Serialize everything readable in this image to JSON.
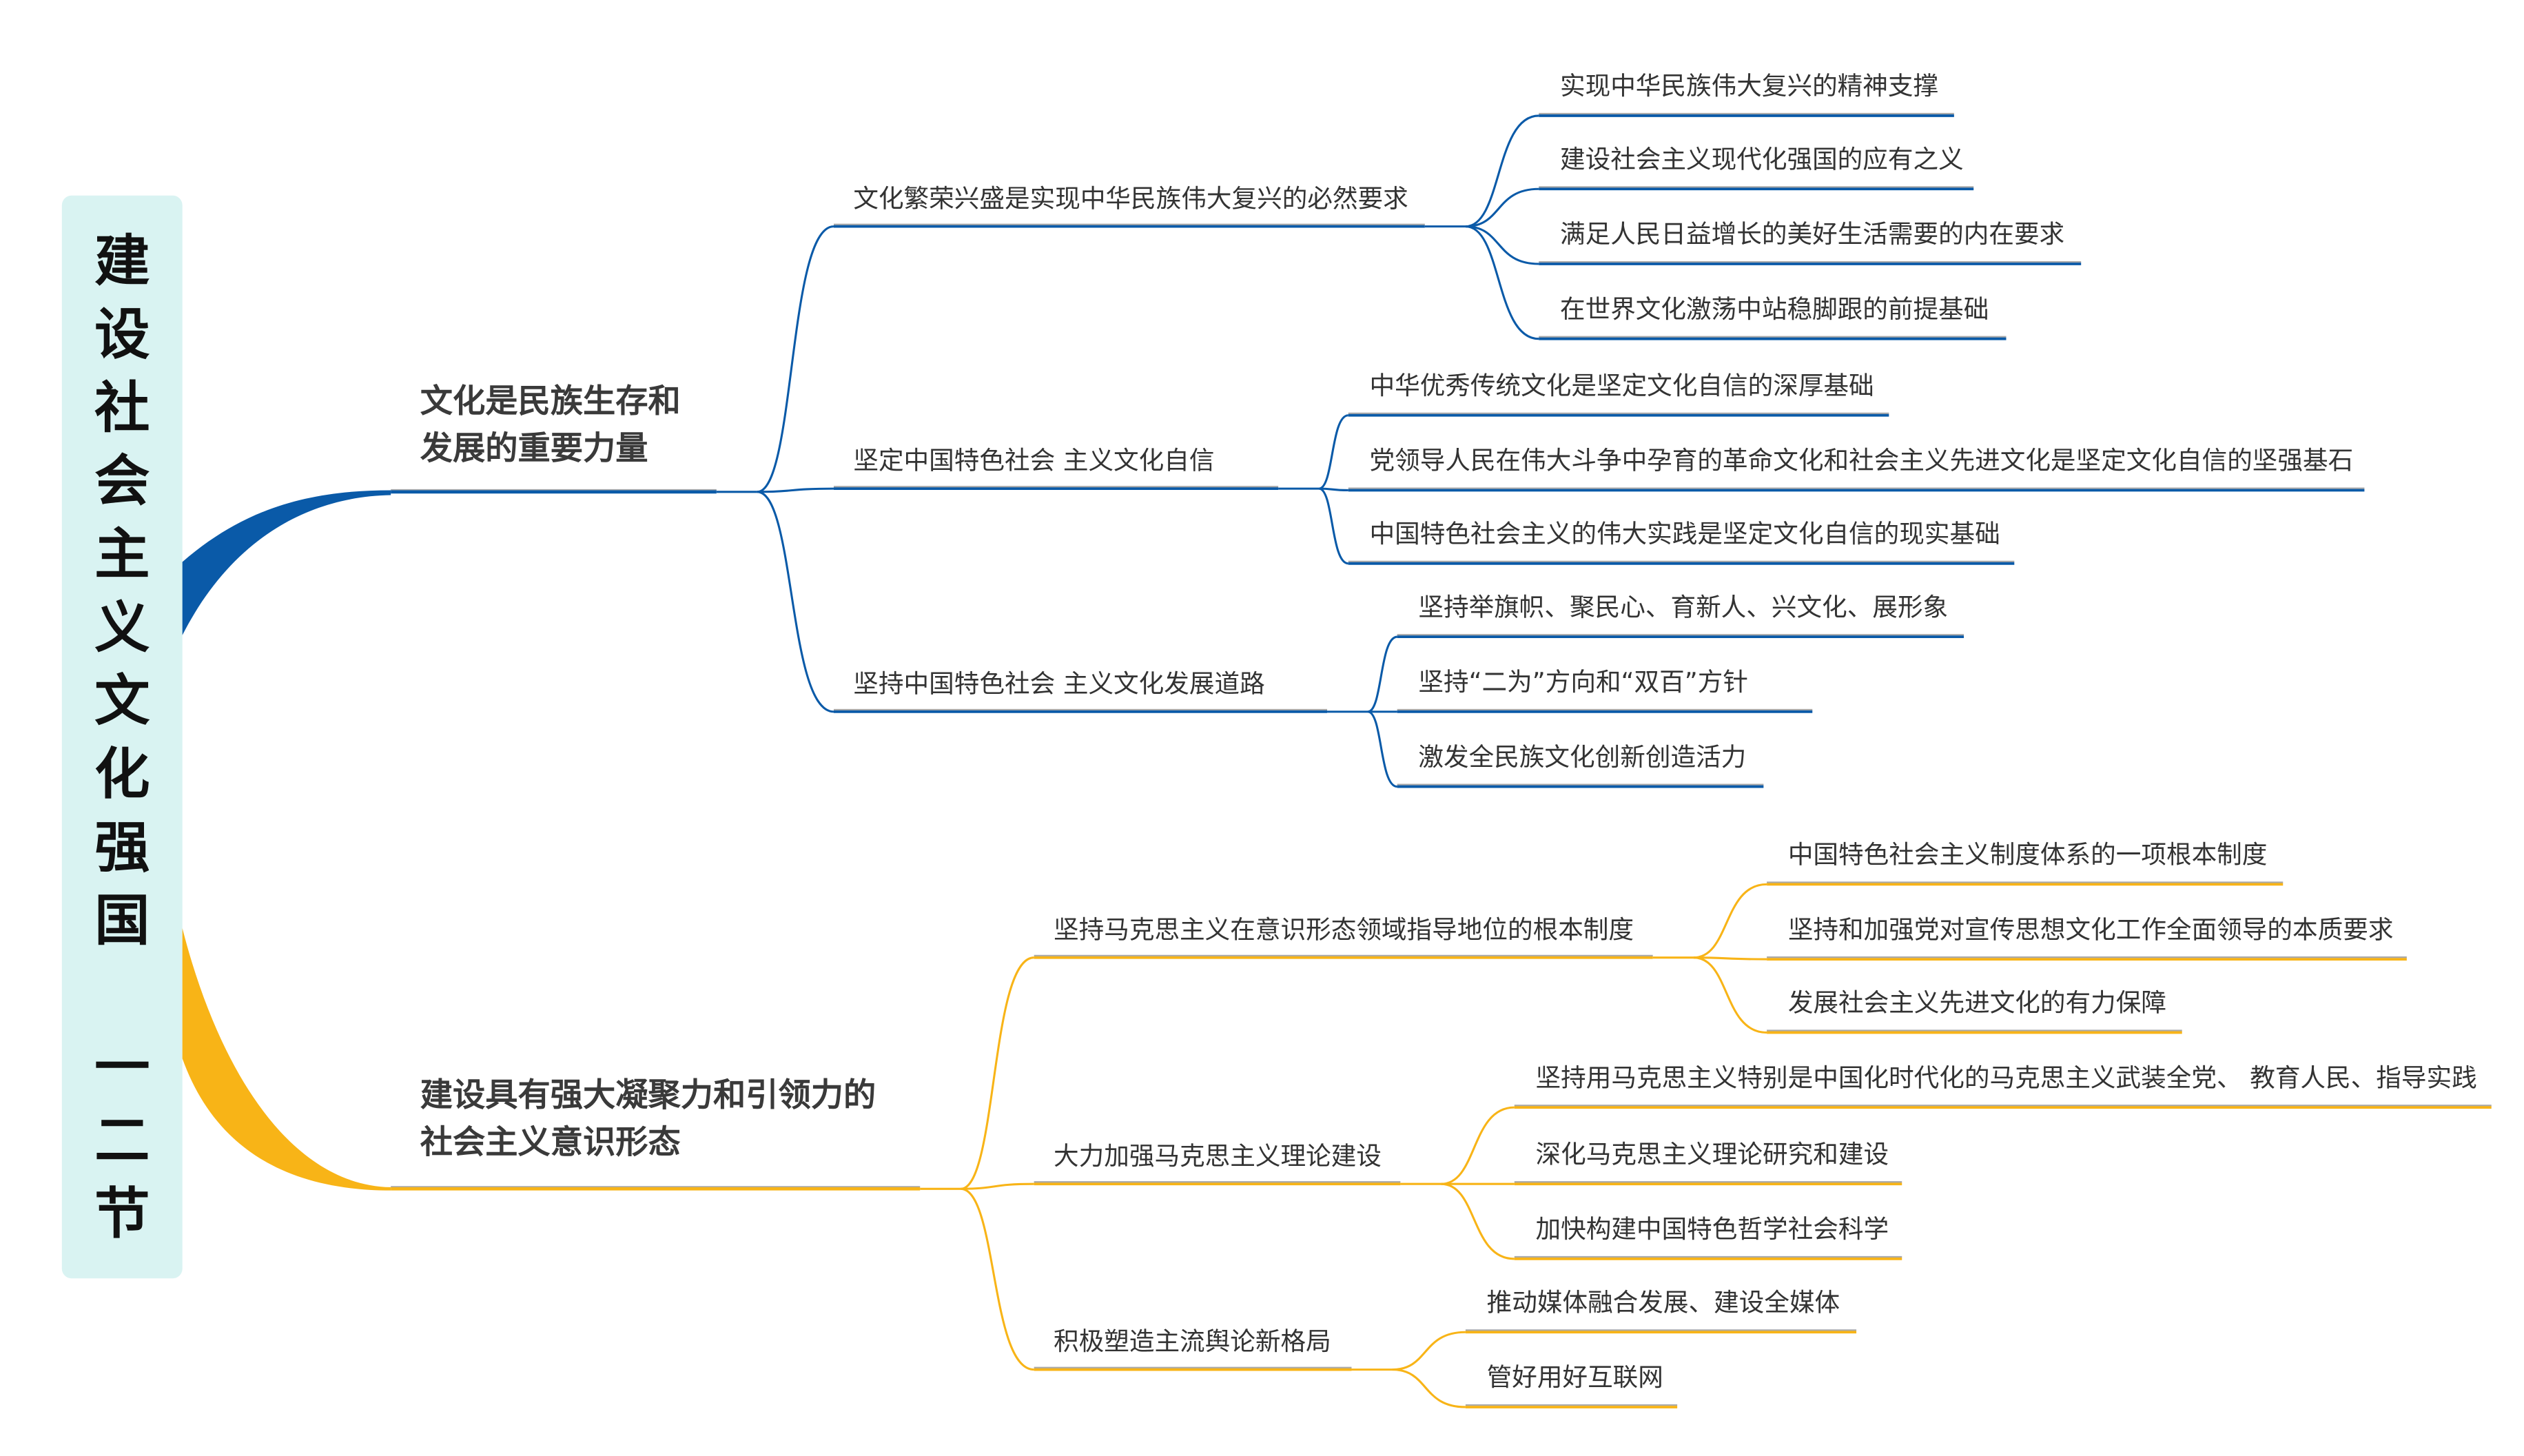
{
  "title": {
    "chars": [
      "建",
      "设",
      "社",
      "会",
      "主",
      "义",
      "文",
      "化",
      "强",
      "国"
    ],
    "section_chars": [
      "一",
      "二",
      "节"
    ]
  },
  "colors": {
    "blue": "#0a5aa8",
    "yellow": "#f8b417",
    "title_bg": "#d9f3f2",
    "shadow": "#a9a9a9"
  },
  "branches": [
    {
      "lines": [
        "文化是民族生存和",
        "发展的重要力量"
      ],
      "children": [
        {
          "label": "文化繁荣兴盛是实现中华民族伟大复兴的必然要求",
          "children": [
            "实现中华民族伟大复兴的精神支撑",
            "建设社会主义现代化强国的应有之义",
            "满足人民日益增长的美好生活需要的内在要求",
            "在世界文化激荡中站稳脚跟的前提基础"
          ]
        },
        {
          "label": "坚定中国特色社会 主义文化自信",
          "children": [
            "中华优秀传统文化是坚定文化自信的深厚基础",
            "党领导人民在伟大斗争中孕育的革命文化和社会主义先进文化是坚定文化自信的坚强基石",
            "中国特色社会主义的伟大实践是坚定文化自信的现实基础"
          ]
        },
        {
          "label": "坚持中国特色社会 主义文化发展道路",
          "children": [
            "坚持举旗帜、聚民心、育新人、兴文化、展形象",
            "坚持“二为”方向和“双百”方针",
            "激发全民族文化创新创造活力"
          ]
        }
      ]
    },
    {
      "lines": [
        "建设具有强大凝聚力和引领力的",
        "社会主义意识形态"
      ],
      "children": [
        {
          "label": "坚持马克思主义在意识形态领域指导地位的根本制度",
          "children": [
            "中国特色社会主义制度体系的一项根本制度",
            "坚持和加强党对宣传思想文化工作全面领导的本质要求",
            "发展社会主义先进文化的有力保障"
          ]
        },
        {
          "label": "大力加强马克思主义理论建设",
          "children": [
            "坚持用马克思主义特别是中国化时代化的马克思主义武装全党、 教育人民、指导实践",
            "深化马克思主义理论研究和建设",
            "加快构建中国特色哲学社会科学"
          ]
        },
        {
          "label": "积极塑造主流舆论新格局",
          "children": [
            "推动媒体融合发展、建设全媒体",
            "管好用好互联网"
          ]
        }
      ]
    }
  ]
}
